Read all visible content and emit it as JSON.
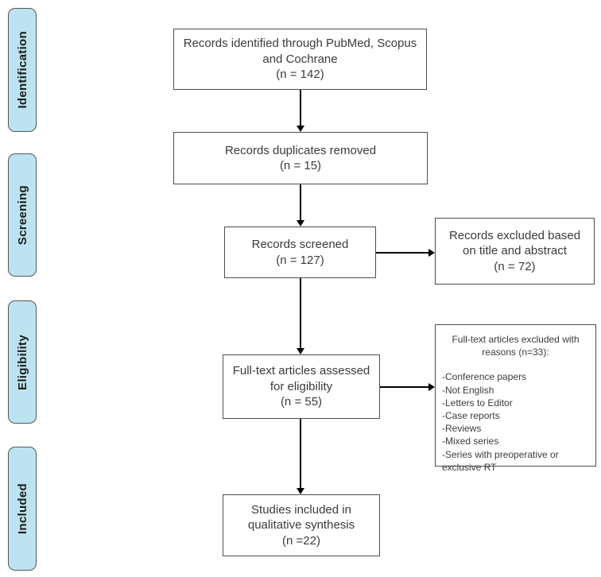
{
  "colors": {
    "stage_fill": "#bde3f1",
    "stage_border": "#565656",
    "box_border": "#4d4d4d",
    "text": "#3b3b3b",
    "arrow": "#000000"
  },
  "sidebar": {
    "stages": [
      {
        "label": "Identification"
      },
      {
        "label": "Screening"
      },
      {
        "label": "Eligibility"
      },
      {
        "label": "Included"
      }
    ]
  },
  "flow": {
    "records_identified": "Records identified through PubMed, Scopus\nand Cochrane\n(n = 142)",
    "duplicates_removed": "Records duplicates removed\n(n = 15)",
    "records_screened": "Records screened\n(n = 127)",
    "fulltext_assessed": "Full-text articles assessed\nfor eligibility\n(n = 55)",
    "studies_included": "Studies included in\nqualitative synthesis\n(n =22)"
  },
  "exclusions": {
    "title_abstract": "Records excluded based\non title and abstract\n(n = 72)",
    "fulltext": {
      "title": "Full-text articles excluded with\nreasons (n=33):",
      "reasons": [
        "-Conference papers",
        "-Not English",
        "-Letters to Editor",
        "-Case reports",
        "-Reviews",
        "-Mixed series",
        "-Series with preoperative or exclusive RT"
      ]
    }
  }
}
